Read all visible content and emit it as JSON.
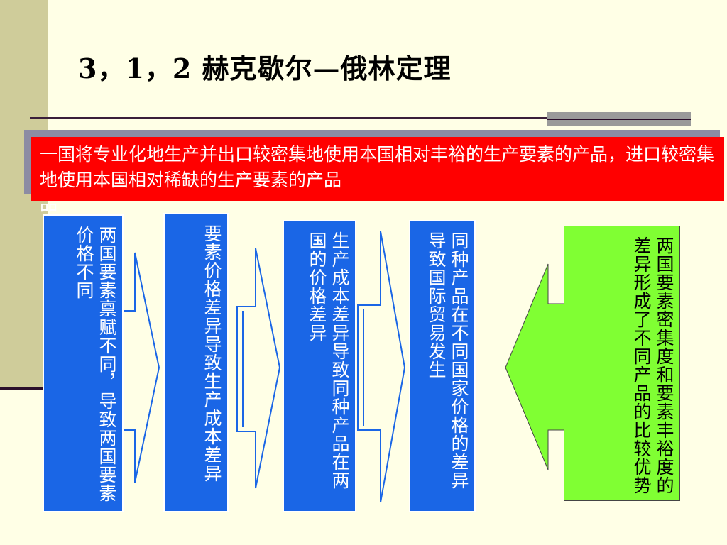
{
  "title": "3，1，2  赫克歇尔—俄林定理",
  "definition": "一国将专业化地生产并出口较密集地使用本国相对丰裕的生产要素的产品，进口较密集地使用本国相对稀缺的生产要素的产品",
  "definition_overflow": "品",
  "steps": [
    {
      "text": "两国要素禀赋不同，导致两国要素价格不同"
    },
    {
      "text": "要素价格差异导致生产成本差异"
    },
    {
      "text": "生产成本差异导致同种产品在两国的价格差异"
    },
    {
      "text": "同种产品在不同国家价格的差异导致国际贸易发生"
    },
    {
      "text": "两国要素密集度和要素丰裕度的差异形成了不同产品的比较优势"
    }
  ],
  "colors": {
    "background": "#FFFFE6",
    "definition_bg": "#FF0000",
    "step_bg": "#1A66E6",
    "conclusion_bg": "#80FF33"
  }
}
